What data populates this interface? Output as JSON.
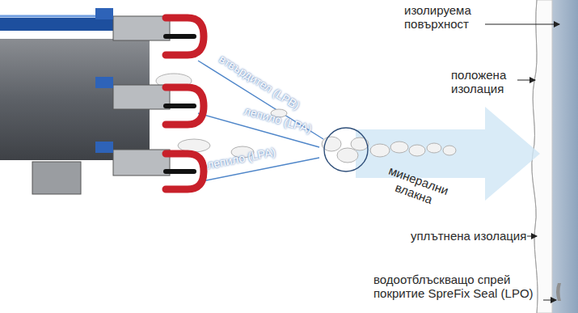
{
  "diagram": {
    "labels": [
      "изолируема повърхност",
      "положена изолация",
      "втвърдител (LPB)",
      "лепило (LPA)",
      "лепило (LPA)",
      "минерални влакна",
      "уплътнена изолация",
      "водоотблъскващо спрей покритие SpreFix Seal (LPO)"
    ]
  }
}
